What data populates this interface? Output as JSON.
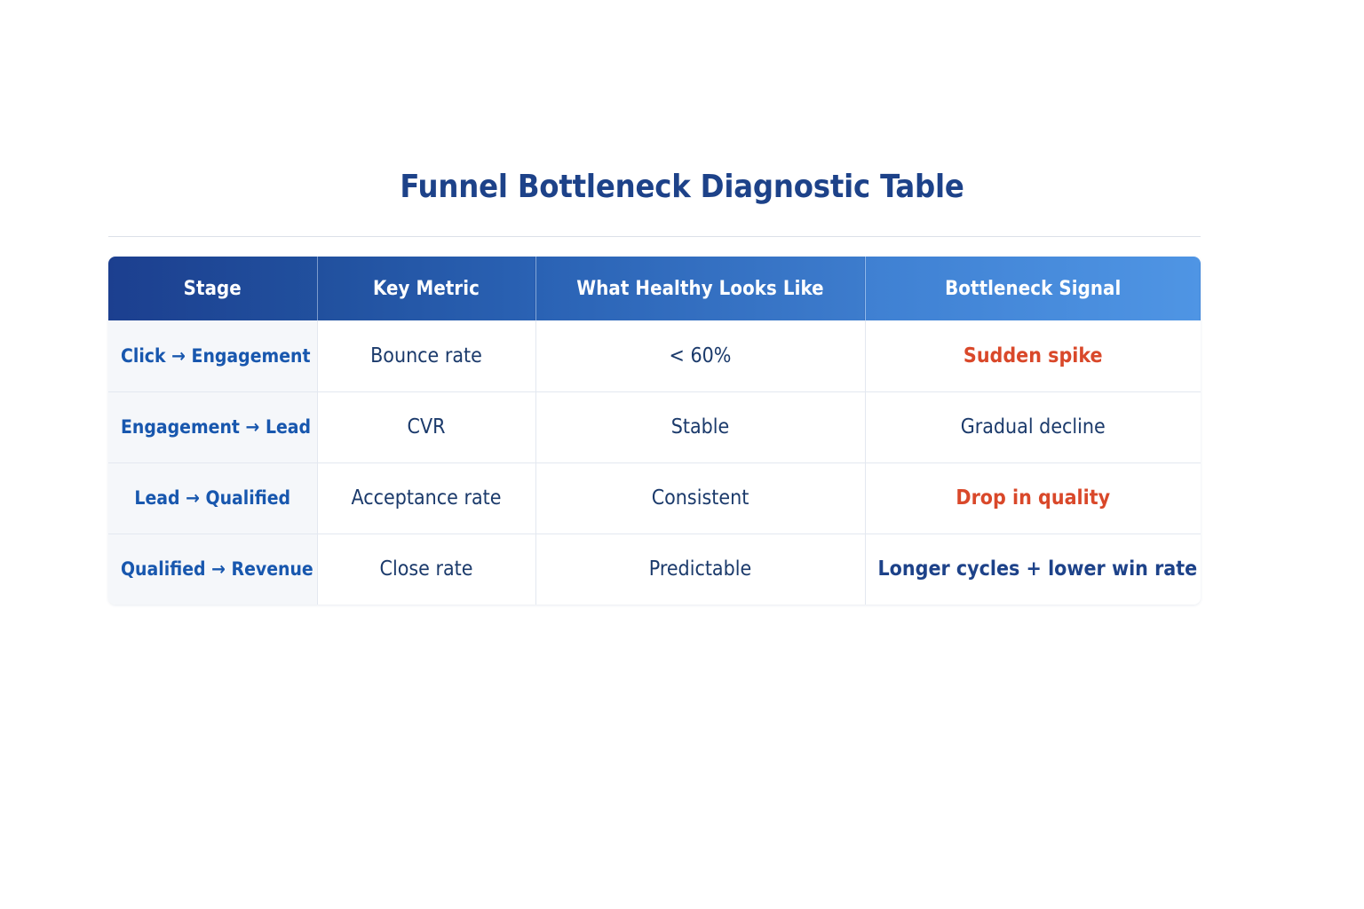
{
  "page": {
    "title": "Funnel Bottleneck Diagnostic Table",
    "background_color": "#FFFFFF"
  },
  "theme": {
    "header_gradient_start": "#1C3F8F",
    "header_gradient_end": "#4F95E4",
    "title_color": "#1D4289",
    "stage_cell_bg": "#F5F7FA",
    "stage_text_color": "#1857AE",
    "body_text_color": "#1B3A6B",
    "alert_color": "#D9482A",
    "grid_line_color": "#E3E8F0",
    "rule_color": "#DCE0E8"
  },
  "table": {
    "columns": [
      {
        "key": "stage",
        "label": "Stage"
      },
      {
        "key": "metric",
        "label": "Key Metric"
      },
      {
        "key": "healthy",
        "label": "What Healthy Looks Like"
      },
      {
        "key": "signal",
        "label": "Bottleneck Signal"
      }
    ],
    "rows": [
      {
        "stage": "Click → Engagement",
        "metric": "Bounce rate",
        "healthy": "< 60%",
        "signal": "Sudden spike",
        "signal_style": "alert"
      },
      {
        "stage": "Engagement → Lead",
        "metric": "CVR",
        "healthy": "Stable",
        "signal": "Gradual decline",
        "signal_style": "plain"
      },
      {
        "stage": "Lead → Qualified",
        "metric": "Acceptance rate",
        "healthy": "Consistent",
        "signal": "Drop in quality",
        "signal_style": "alert"
      },
      {
        "stage": "Qualified → Revenue",
        "metric": "Close rate",
        "healthy": "Predictable",
        "signal": "Longer cycles + lower win rate",
        "signal_style": "bold"
      }
    ]
  }
}
